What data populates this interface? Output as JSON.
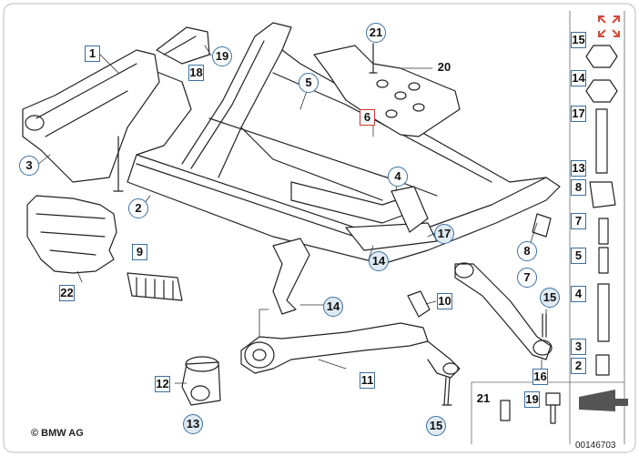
{
  "diagram": {
    "copyright": "© BMW AG",
    "diagram_number": "00146703",
    "callouts": {
      "c1": "1",
      "c2": "2",
      "c3": "3",
      "c4": "4",
      "c5": "5",
      "c6": "6",
      "c7": "7",
      "c8": "8",
      "c9": "9",
      "c10": "10",
      "c11": "11",
      "c12": "12",
      "c13": "13",
      "c14a": "14",
      "c14b": "14",
      "c15a": "15",
      "c15b": "15",
      "c16": "16",
      "c17": "17",
      "c18": "18",
      "c19": "19",
      "c20": "20",
      "c21": "21",
      "c22": "22"
    },
    "parts_column": {
      "p15": "15",
      "p14": "14",
      "p17": "17",
      "p13": "13",
      "p8": "8",
      "p7": "7",
      "p5": "5",
      "p4": "4",
      "p3": "3",
      "p2": "2"
    },
    "bottom_row": {
      "b21": "21",
      "b19": "19"
    }
  },
  "colors": {
    "callout_border": "#3a6fa0",
    "highlight_border": "#c0392b",
    "expand_icon": "#d24b3a"
  }
}
